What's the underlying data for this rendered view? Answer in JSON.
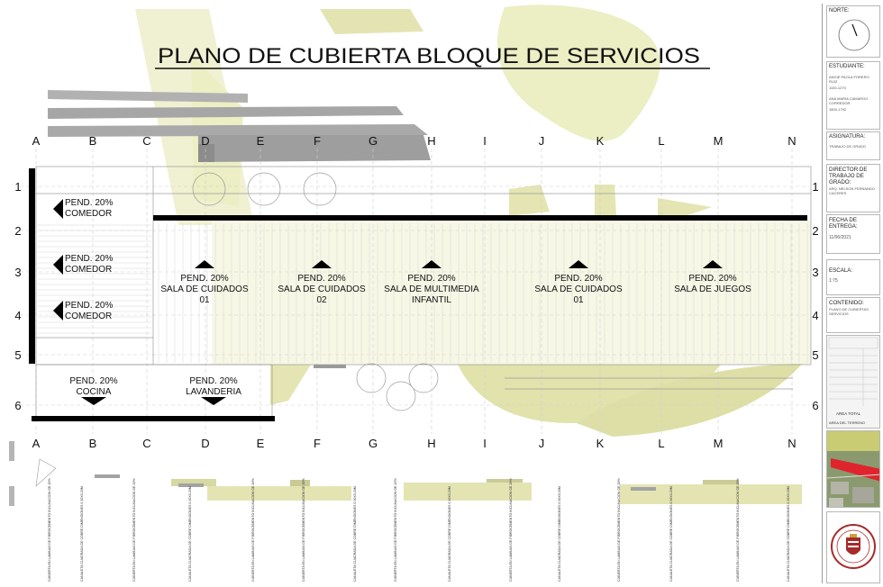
{
  "drawing": {
    "title": "PLANO DE CUBIERTA BLOQUE DE SERVICIOS",
    "grid_letters_top": [
      "A",
      "B",
      "C",
      "D",
      "E",
      "F",
      "G",
      "H",
      "I",
      "J",
      "K",
      "L",
      "M",
      "N"
    ],
    "grid_letters_bottom": [
      "A",
      "B",
      "C",
      "D",
      "E",
      "F",
      "G",
      "H",
      "I",
      "J",
      "K",
      "L",
      "M",
      "N"
    ],
    "grid_numbers_left": [
      "1",
      "2",
      "3",
      "4",
      "5",
      "6"
    ],
    "grid_numbers_right": [
      "1",
      "2",
      "3",
      "4",
      "5",
      "6"
    ],
    "left_slopes": [
      {
        "pend": "PEND. 20%",
        "name": "COMEDOR"
      },
      {
        "pend": "PEND. 20%",
        "name": "COMEDOR"
      },
      {
        "pend": "PEND. 20%",
        "name": "COMEDOR"
      }
    ],
    "room_slopes": [
      {
        "pend": "PEND. 20%",
        "name": "SALA DE CUIDADOS",
        "sub": "01"
      },
      {
        "pend": "PEND. 20%",
        "name": "SALA DE CUIDADOS",
        "sub": "02"
      },
      {
        "pend": "PEND. 20%",
        "name": "SALA DE MULTIMEDIA",
        "sub": "INFANTIL"
      },
      {
        "pend": "PEND. 20%",
        "name": "SALA DE CUIDADOS",
        "sub": "01"
      },
      {
        "pend": "PEND. 20%",
        "name": "SALA DE JUEGOS",
        "sub": ""
      }
    ],
    "bottom_slopes": [
      {
        "pend": "PEND. 20%",
        "name": "COCINA"
      },
      {
        "pend": "PEND. 20%",
        "name": "LAVANDERIA"
      }
    ],
    "section_notes": [
      "CUBIERTA EN LAMINAS DE FIBROCEMENTO INCLINACION DE 20%",
      "CANALETA CUADRADA DE COBRE DIMENSIONES 0.30X0.20M",
      "CUBIERTA EN LAMINAS DE FIBROCEMENTO INCLINACION DE 20%",
      "CANALETA CUADRADA DE COBRE DIMENSIONES 0.30X0.20M",
      "CUBIERTA EN LAMINAS DE FIBROCEMENTO INCLINACION DE 20%",
      "CUBIERTA EN LAMINAS DE FIBROCEMENTO INCLINACION DE 20%",
      "CANALETA CUADRADA DE COBRE DIMENSIONES 0.30X0.20M",
      "CUBIERTA EN LAMINAS DE FIBROCEMENTO INCLINACION DE 20%",
      "CANALETA CUADRADA DE COBRE DIMENSIONES 0.30X0.20M",
      "CUBIERTA EN LAMINAS DE FIBROCEMENTO INCLINACION DE 20%",
      "CANALETA CUADRADA DE COBRE DIMENSIONES 0.30X0.20M",
      "CUBIERTA EN LAMINAS DE FIBROCEMENTO INCLINACION DE 20%",
      "CANALETA CUADRADA DE COBRE DIMENSIONES 0.30X0.20M",
      "CUBIERTA EN LAMINAS DE FIBROCEMENTO INCLINACION DE 20%",
      "CANALETA CUADRADA DE COBRE DIMENSIONES 0.30X0.20M"
    ]
  },
  "title_block": {
    "north_label": "NORTE:",
    "student_label": "ESTUDIANTE:",
    "student_1": "ANGIE PAOLA FORERO RUIZ",
    "student_1_code": "1100-1270",
    "student_2": "ANA MARIA CAMARGO CORREDOR",
    "student_2_code": "1803-1792",
    "subject_label": "ASIGNATURA:",
    "subject_value": "TRABAJO DE GRADO",
    "director_label": "DIRECTOR DE TRABAJO DE GRADO:",
    "director_value": "ARQ. NELSON FERNANDO CACERES",
    "date_label": "FECHA DE ENTREGA:",
    "date_value": "11/06/2021",
    "scale_label": "ESCALA:",
    "scale_value": "1:75",
    "content_label": "CONTENIDO:",
    "content_value": "PLANO DE CUBIERTAS SERVICIOS",
    "area_label": "AREA TOTAL",
    "area_lot_label": "AREA DEL TERRENO"
  },
  "colors": {
    "hatch": "#eceec4",
    "hatch_dark": "#dedfa6",
    "thick_line": "#000000",
    "grey_bar": "#a8a8a8",
    "red_site": "#e0242e",
    "seal_red": "#a62a2a"
  }
}
